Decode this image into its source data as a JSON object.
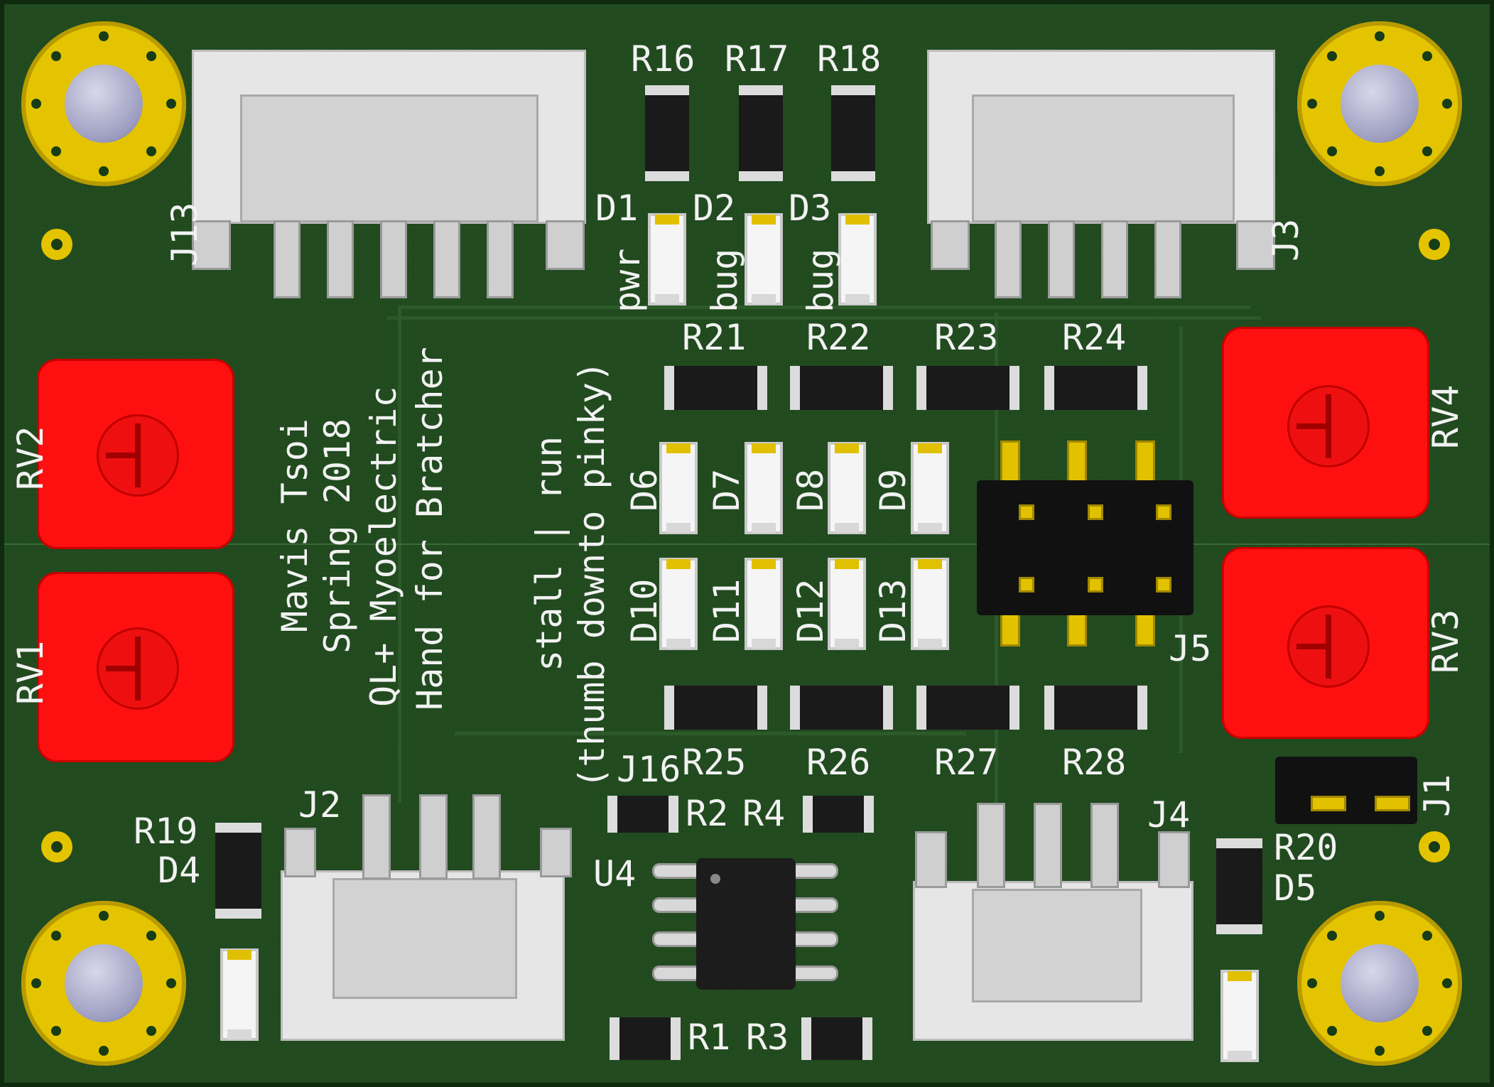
{
  "board": {
    "colors": {
      "soldermask": "#214a1f",
      "silkscreen": "#f2f2f2",
      "copper_pad": "#e4c400",
      "potentiometer": "#ff1010",
      "connector": "#e6e6e6"
    }
  },
  "silkscreen": {
    "info_lines": [
      "Mavis Tsoi",
      "Spring 2018",
      "QL+ Myoelectric",
      "Hand for Bratcher"
    ],
    "mode_lines": [
      "stall | run",
      "(thumb downto pinky)"
    ],
    "led_labels": {
      "pwr": "pwr",
      "bug1": "bug",
      "bug2": "bug"
    }
  },
  "refdes": {
    "R16": "R16",
    "R17": "R17",
    "R18": "R18",
    "D1": "D1",
    "D2": "D2",
    "D3": "D3",
    "J13": "J13",
    "J3": "J3",
    "R21": "R21",
    "R22": "R22",
    "R23": "R23",
    "R24": "R24",
    "RV1": "RV1",
    "RV2": "RV2",
    "RV3": "RV3",
    "RV4": "RV4",
    "D6": "D6",
    "D7": "D7",
    "D8": "D8",
    "D9": "D9",
    "D10": "D10",
    "D11": "D11",
    "D12": "D12",
    "D13": "D13",
    "J5": "J5",
    "R25": "R25",
    "R26": "R26",
    "R27": "R27",
    "R28": "R28",
    "J16": "J16",
    "R2": "R2",
    "R4": "R4",
    "J1": "J1",
    "J2": "J2",
    "J4": "J4",
    "R19": "R19",
    "D4": "D4",
    "R20": "R20",
    "D5": "D5",
    "U4": "U4",
    "R1": "R1",
    "R3": "R3"
  }
}
